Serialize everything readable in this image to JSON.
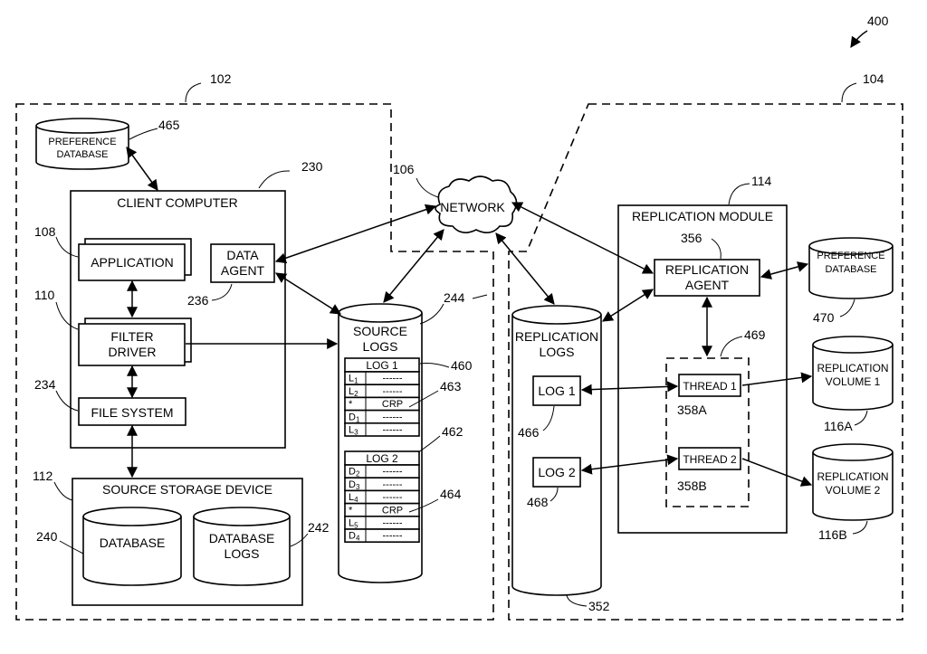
{
  "figure_number": "400",
  "zones": {
    "client_zone_ref": "102",
    "replication_zone_ref": "104"
  },
  "network": {
    "label": "NETWORK",
    "ref": "106"
  },
  "client": {
    "preference_db": {
      "line1": "PREFERENCE",
      "line2": "DATABASE",
      "ref": "465"
    },
    "computer": {
      "label": "CLIENT COMPUTER",
      "ref": "230"
    },
    "application": {
      "label": "APPLICATION",
      "ref": "108"
    },
    "filter_driver": {
      "line1": "FILTER",
      "line2": "DRIVER",
      "ref": "110"
    },
    "file_system": {
      "label": "FILE SYSTEM",
      "ref": "234"
    },
    "data_agent": {
      "line1": "DATA",
      "line2": "AGENT",
      "ref": "236"
    },
    "storage": {
      "label": "SOURCE STORAGE DEVICE",
      "ref": "112"
    },
    "database": {
      "label": "DATABASE",
      "ref": "240"
    },
    "database_logs": {
      "line1": "DATABASE",
      "line2": "LOGS",
      "ref": "242"
    }
  },
  "source_logs": {
    "line1": "SOURCE",
    "line2": "LOGS",
    "ref": "244",
    "log1": {
      "title": "LOG 1",
      "ref": "460",
      "crp_ref": "463",
      "rows": [
        {
          "key": "L",
          "sub": "1",
          "val": "------"
        },
        {
          "key": "L",
          "sub": "2",
          "val": "------"
        },
        {
          "key": "*",
          "sub": "",
          "val": "CRP"
        },
        {
          "key": "D",
          "sub": "1",
          "val": "------"
        },
        {
          "key": "L",
          "sub": "3",
          "val": "------"
        }
      ]
    },
    "log2": {
      "title": "LOG 2",
      "ref": "462",
      "crp_ref": "464",
      "rows": [
        {
          "key": "D",
          "sub": "2",
          "val": "------"
        },
        {
          "key": "D",
          "sub": "3",
          "val": "------"
        },
        {
          "key": "L",
          "sub": "4",
          "val": "------"
        },
        {
          "key": "*",
          "sub": "",
          "val": "CRP"
        },
        {
          "key": "L",
          "sub": "5",
          "val": "------"
        },
        {
          "key": "D",
          "sub": "4",
          "val": "------"
        }
      ]
    }
  },
  "replication_logs": {
    "line1": "REPLICATION",
    "line2": "LOGS",
    "ref": "352",
    "log1": {
      "label": "LOG 1",
      "ref": "466"
    },
    "log2": {
      "label": "LOG 2",
      "ref": "468"
    }
  },
  "replication_module": {
    "label": "REPLICATION MODULE",
    "ref": "114",
    "agent": {
      "line1": "REPLICATION",
      "line2": "AGENT",
      "ref": "356"
    },
    "threads_ref": "469",
    "thread1": {
      "label": "THREAD 1",
      "ref": "358A"
    },
    "thread2": {
      "label": "THREAD 2",
      "ref": "358B"
    }
  },
  "replication_side": {
    "preference_db": {
      "line1": "PREFERENCE",
      "line2": "DATABASE",
      "ref": "470"
    },
    "volume1": {
      "line1": "REPLICATION",
      "line2": "VOLUME 1",
      "ref": "116A"
    },
    "volume2": {
      "line1": "REPLICATION",
      "line2": "VOLUME 2",
      "ref": "116B"
    }
  }
}
